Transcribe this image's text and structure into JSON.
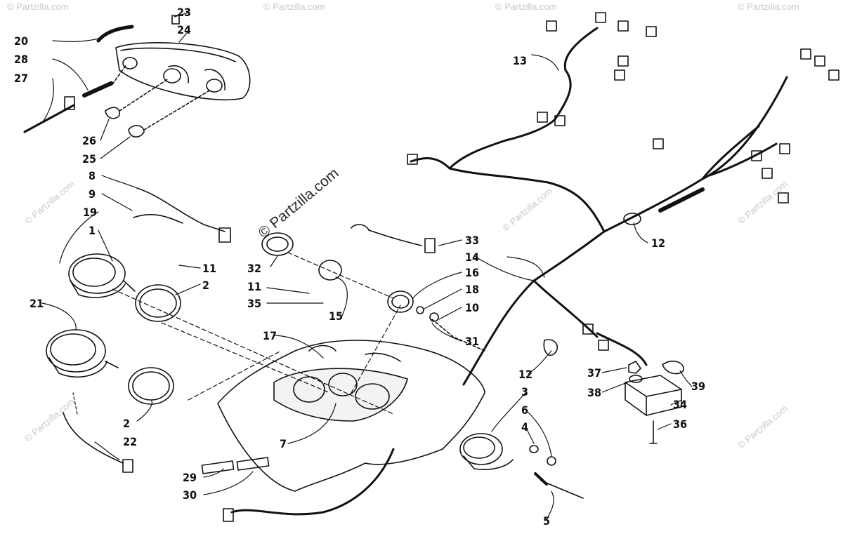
{
  "watermark": {
    "corner": "© Partzilla.com",
    "center": "© Partzilla.com"
  },
  "callouts": {
    "c1": "1",
    "c2a": "2",
    "c2b": "2",
    "c3": "3",
    "c4": "4",
    "c5": "5",
    "c6": "6",
    "c7": "7",
    "c8": "8",
    "c9": "9",
    "c10": "10",
    "c11a": "11",
    "c11b": "11",
    "c12a": "12",
    "c12b": "12",
    "c13": "13",
    "c14": "14",
    "c15": "15",
    "c16": "16",
    "c17": "17",
    "c18": "18",
    "c19": "19",
    "c20": "20",
    "c21": "21",
    "c22": "22",
    "c23": "23",
    "c24": "24",
    "c25": "25",
    "c26": "26",
    "c27": "27",
    "c28": "28",
    "c29": "29",
    "c30": "30",
    "c31": "31",
    "c32": "32",
    "c33": "33",
    "c34": "34",
    "c35": "35",
    "c36": "36",
    "c37": "37",
    "c38": "38",
    "c39": "39"
  }
}
